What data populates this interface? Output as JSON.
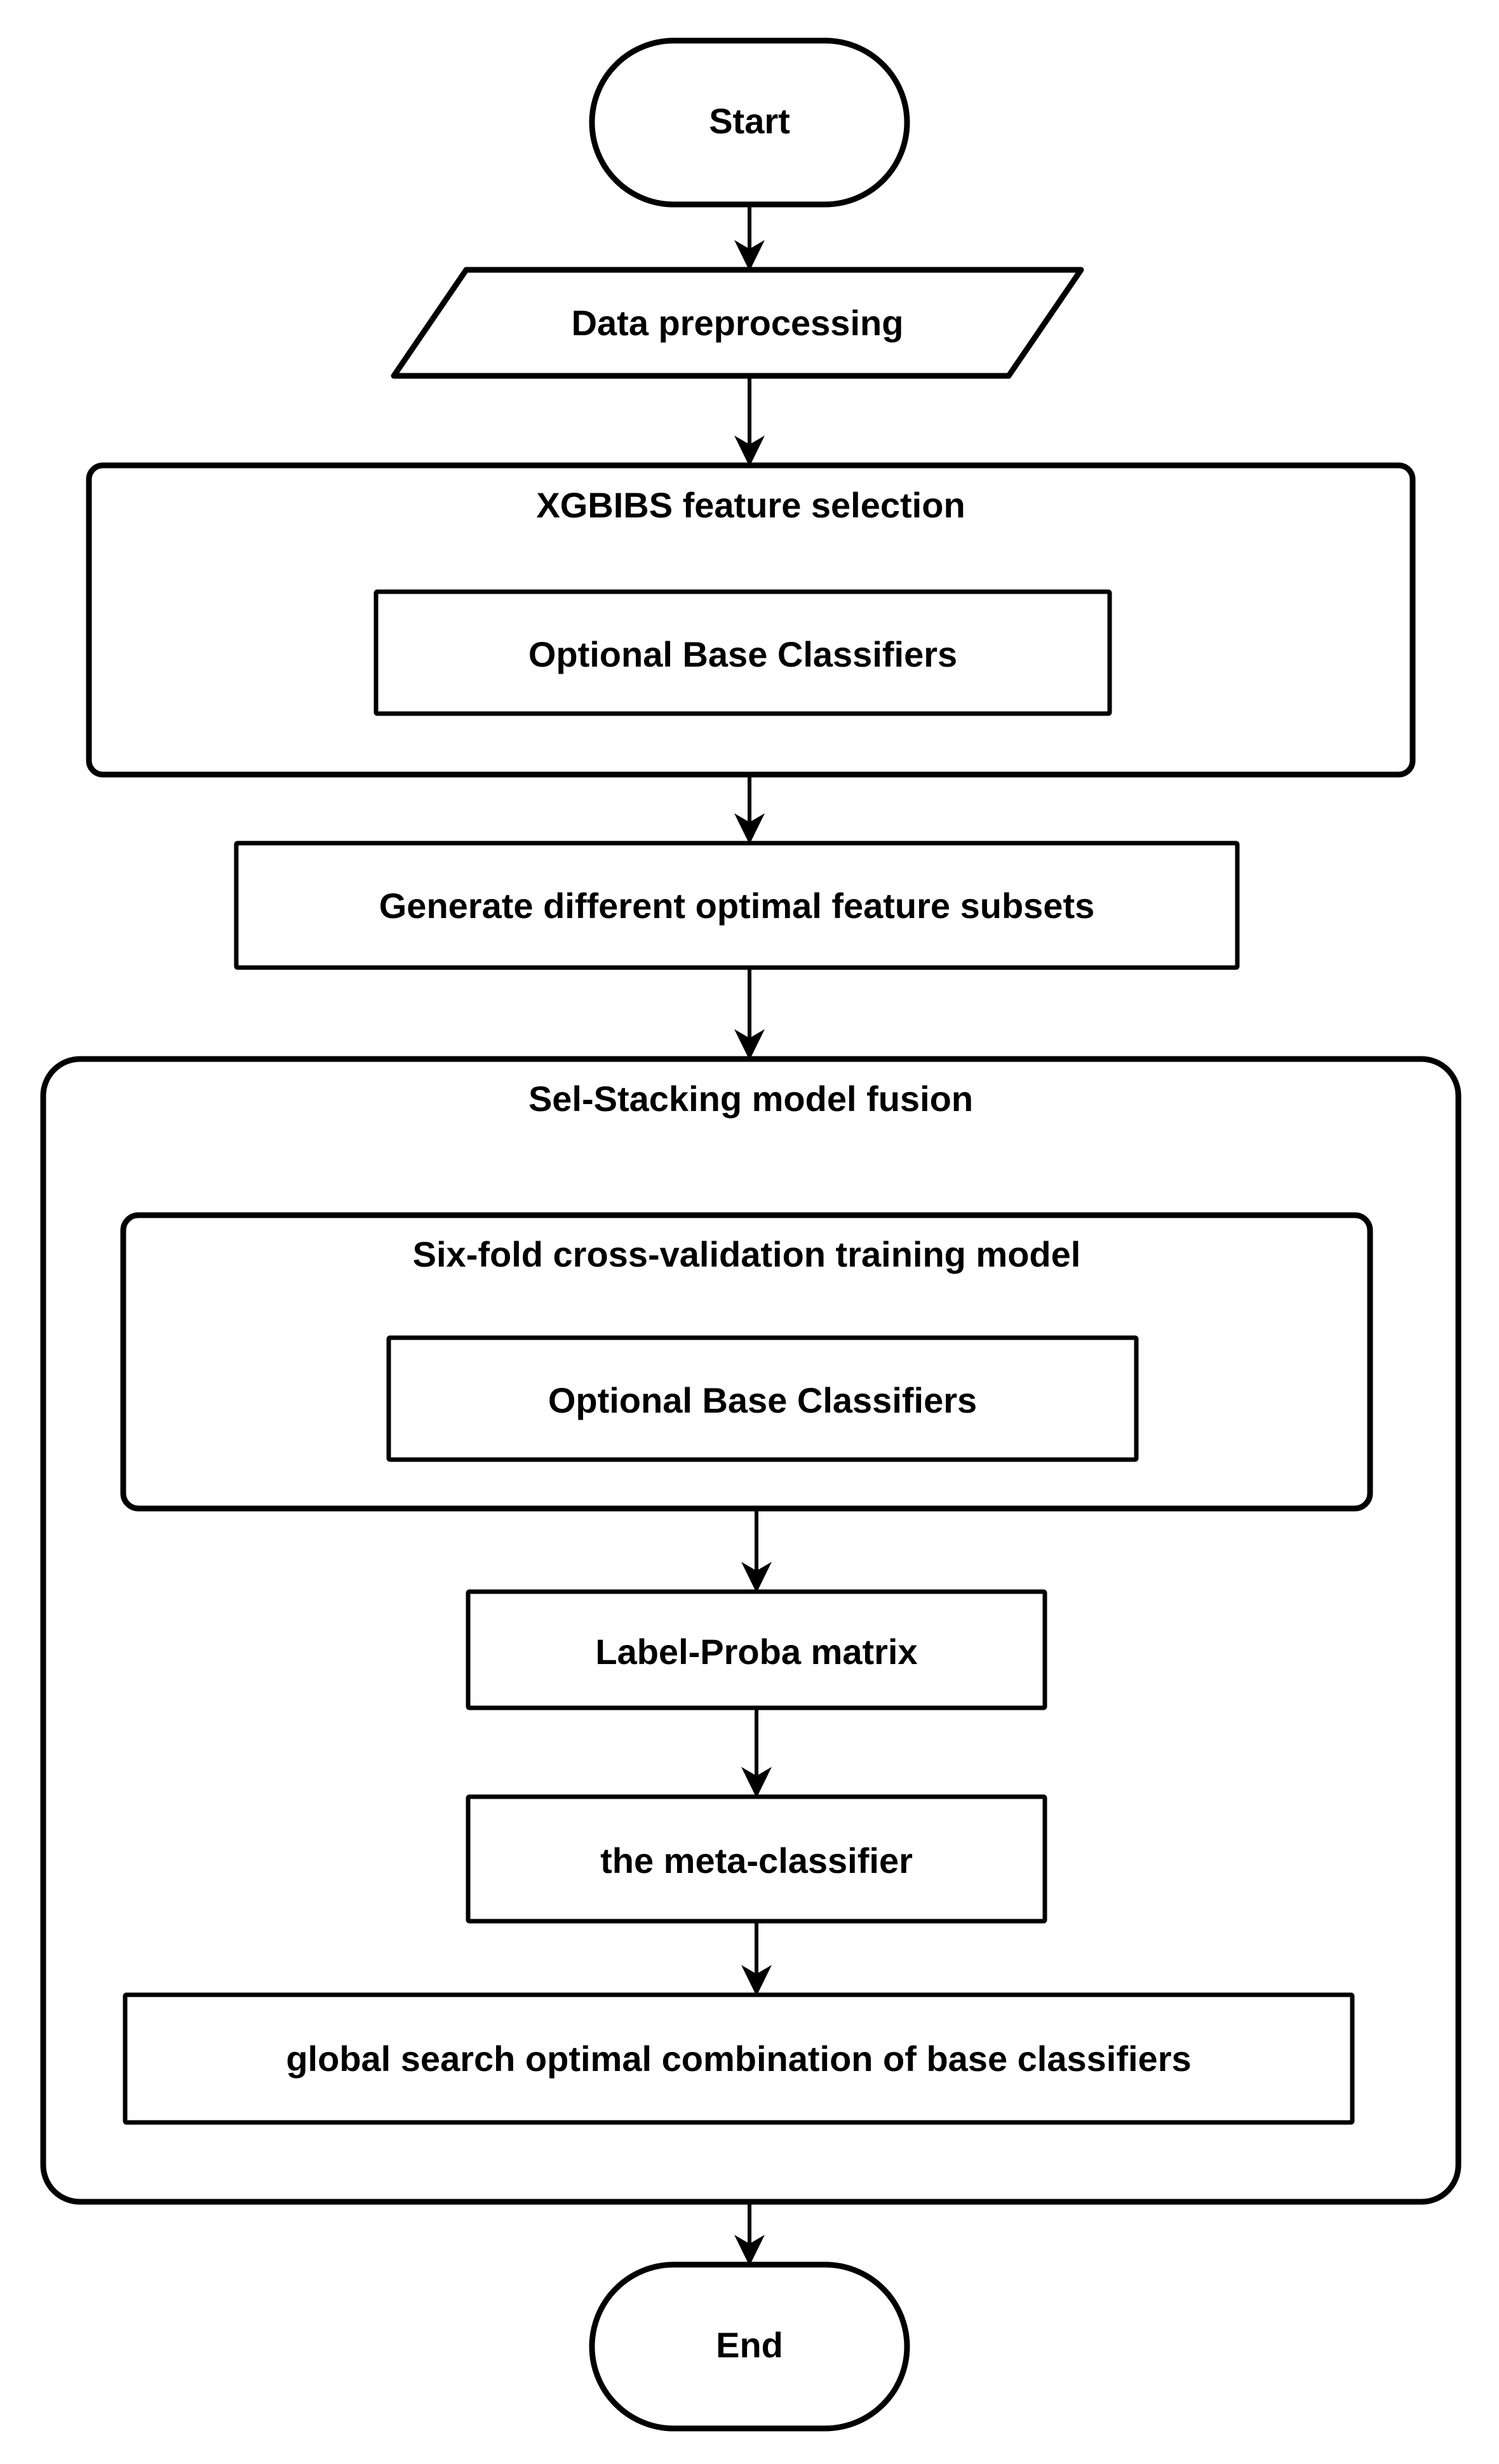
{
  "diagram": {
    "title": "XGBIBS Sel-Stacking model workflow flowchart",
    "background_color": "#ffffff",
    "stroke_color": "#000000",
    "text_color": "#000000"
  },
  "nodes": {
    "start": {
      "label": "Start",
      "shape": "stadium"
    },
    "data_preprocessing": {
      "label": "Data preprocessing",
      "shape": "parallelogram"
    },
    "xgbibs_feature_selection": {
      "label": "XGBIBS feature selection",
      "shape": "rounded-rect-container"
    },
    "optional_base_classifiers_1": {
      "label": "Optional Base Classifiers",
      "shape": "rect"
    },
    "generate_subsets": {
      "label": "Generate different optimal feature subsets",
      "shape": "rect"
    },
    "sel_stacking_fusion": {
      "label": "Sel-Stacking model fusion",
      "shape": "rounded-rect-container"
    },
    "six_fold_cv": {
      "label": "Six-fold cross-validation training model",
      "shape": "rounded-rect-container"
    },
    "optional_base_classifiers_2": {
      "label": "Optional Base Classifiers",
      "shape": "rect"
    },
    "label_proba_matrix": {
      "label": "Label-Proba matrix",
      "shape": "rect"
    },
    "meta_classifier": {
      "label": "the meta-classifier",
      "shape": "rect"
    },
    "global_search": {
      "label": "global search optimal combination of base classifiers",
      "shape": "rect"
    },
    "end": {
      "label": "End",
      "shape": "stadium"
    }
  },
  "edges": [
    {
      "from": "start",
      "to": "data_preprocessing"
    },
    {
      "from": "data_preprocessing",
      "to": "xgbibs_feature_selection"
    },
    {
      "from": "xgbibs_feature_selection",
      "to": "generate_subsets"
    },
    {
      "from": "generate_subsets",
      "to": "sel_stacking_fusion"
    },
    {
      "from": "six_fold_cv",
      "to": "label_proba_matrix"
    },
    {
      "from": "label_proba_matrix",
      "to": "meta_classifier"
    },
    {
      "from": "meta_classifier",
      "to": "global_search"
    },
    {
      "from": "sel_stacking_fusion",
      "to": "end"
    }
  ]
}
